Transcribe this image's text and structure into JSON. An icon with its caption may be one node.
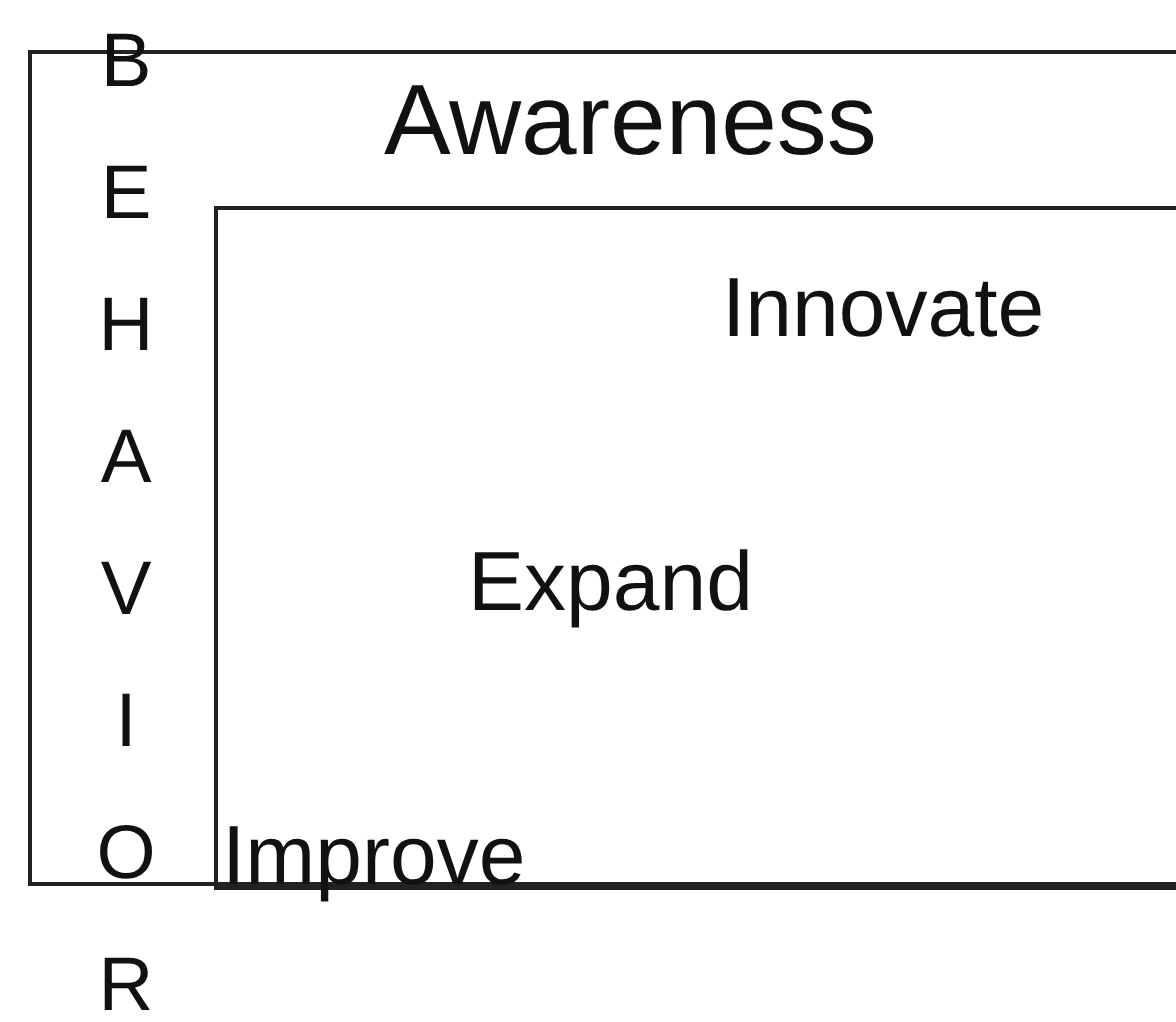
{
  "diagram": {
    "nodes": [
      {
        "text": [
          "Awareness"
        ]
      },
      {
        "text": [
          "Innovate",
          "Expand",
          "Improve"
        ],
        "in": 0
      }
    ],
    "labels": [
      "BEHAVIOR"
    ]
  }
}
